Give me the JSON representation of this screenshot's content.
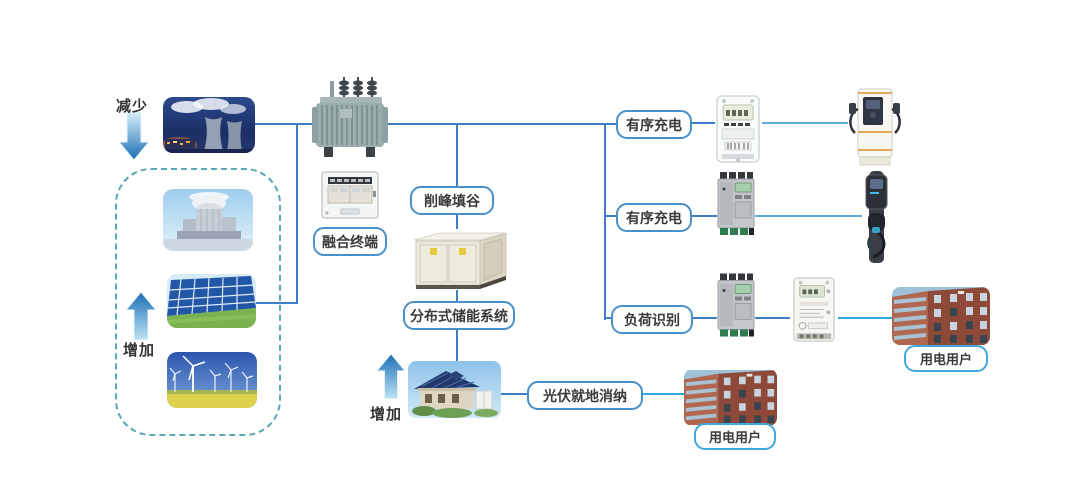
{
  "diagram": {
    "annotations": {
      "decrease": "减少",
      "increase_left": "增加",
      "increase_bottom": "增加"
    },
    "labels": {
      "fusion_terminal": "融合终端",
      "peak_shaving": "削峰填谷",
      "distributed_storage": "分布式储能系统",
      "orderly_charging_top": "有序充电",
      "orderly_charging_mid": "有序充电",
      "load_identification": "负荷识别",
      "pv_local_consumption": "光伏就地消纳",
      "power_user_right": "用电用户",
      "power_user_bottom": "用电用户"
    },
    "images": {
      "power_plant": "thermal-power-plant-night",
      "cooling_tower_plant": "power-plant-cooling-tower",
      "solar_farm": "solar-panel-array",
      "wind_farm": "wind-turbine-field",
      "transformer": "oil-distribution-transformer",
      "fusion_terminal_device": "fusion-terminal-meter-box",
      "storage_cabinet": "box-type-substation-cabinet",
      "solar_house": "house-with-solar-roof",
      "smart_meter_top": "smart-electricity-meter",
      "charging_station": "dc-ev-charging-station",
      "breaker_mid": "circuit-breaker-unit",
      "wall_charger": "ev-wall-charger-pole",
      "breaker_bottom": "circuit-breaker-unit",
      "smart_meter_bottom": "smart-electricity-meter",
      "building_right": "red-residential-building",
      "building_bottom": "red-residential-building"
    },
    "colors": {
      "line_primary": "#3f7ec4",
      "line_light": "#5faedd",
      "line_cyan": "#2ba9e0",
      "label_border": "#4a90c8",
      "label_border_cyan": "#3fa9dc",
      "dashed_border": "#5aa7b5",
      "arrow_dark": "#1b6fb5",
      "arrow_light": "#d8effa",
      "text": "#3a3a3a"
    }
  }
}
